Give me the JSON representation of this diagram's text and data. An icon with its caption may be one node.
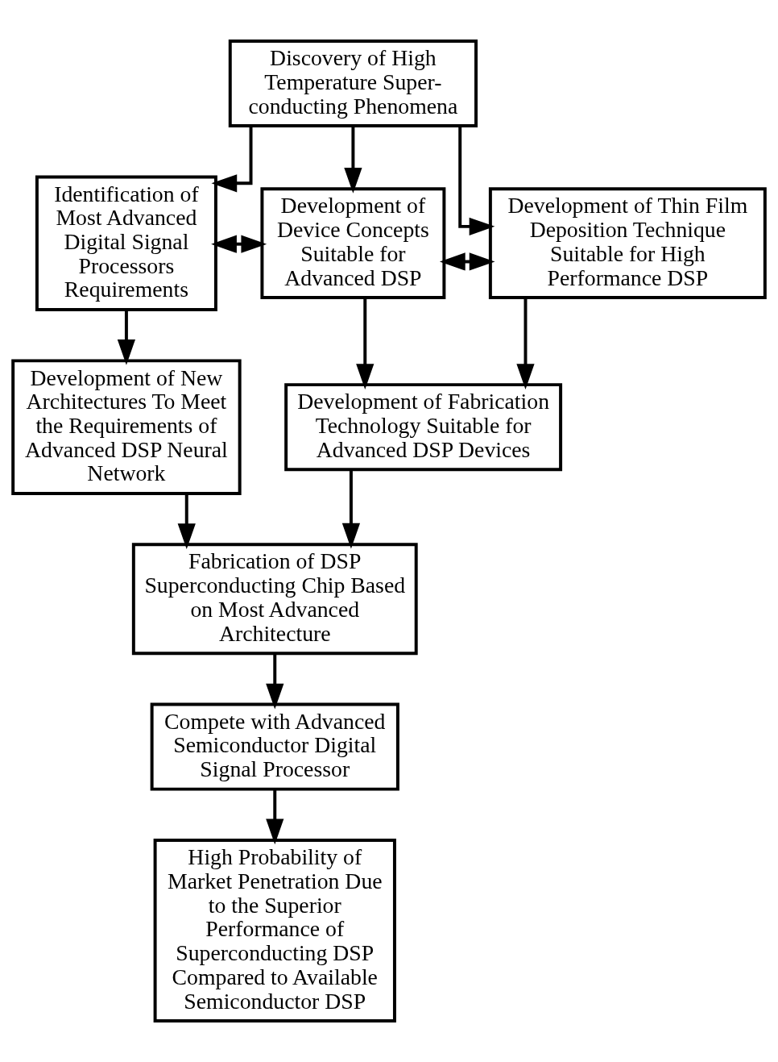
{
  "diagram": {
    "nodes": [
      {
        "text": [
          "Discovery of High Temperature Super- conducting Phenomena"
        ]
      },
      {
        "text": [
          "Identification of Most Advanced Digital Signal Processors Requirements"
        ]
      },
      {
        "text": [
          "Development of Device Concepts Suitable for Advanced DSP"
        ]
      },
      {
        "text": [
          "Development of Thin Film Deposition Technique Suitable for High Performance DSP"
        ]
      },
      {
        "text": [
          "Development of New Architectures To Meet the Requirements of Advanced DSP Neural Network"
        ]
      },
      {
        "text": [
          "Development of Fabrication Technology Suitable for Advanced DSP Devices"
        ]
      },
      {
        "text": [
          "Fabrication of DSP Superconducting Chip Based on Most Advanced Architecture"
        ]
      },
      {
        "text": [
          "Compete with Advanced Semiconductor Digital Signal Processor"
        ]
      },
      {
        "text": [
          "High Probability of Market Penetration Due to the Superior Performance of Superconducting DSP Compared to Available Semiconductor DSP"
        ]
      }
    ],
    "edges": [
      {
        "from": 0,
        "to": 1,
        "arrow": "to"
      },
      {
        "from": 0,
        "to": 2,
        "arrow": "to"
      },
      {
        "from": 0,
        "to": 3,
        "arrow": "to"
      },
      {
        "from": 1,
        "to": 2,
        "arrow": "both"
      },
      {
        "from": 2,
        "to": 3,
        "arrow": "both"
      },
      {
        "from": 1,
        "to": 4,
        "arrow": "to"
      },
      {
        "from": 2,
        "to": 5,
        "arrow": "to"
      },
      {
        "from": 3,
        "to": 5,
        "arrow": "to"
      },
      {
        "from": 4,
        "to": 6,
        "arrow": "to"
      },
      {
        "from": 5,
        "to": 6,
        "arrow": "to"
      },
      {
        "from": 6,
        "to": 7,
        "arrow": "to"
      },
      {
        "from": 7,
        "to": 8,
        "arrow": "to"
      }
    ]
  }
}
